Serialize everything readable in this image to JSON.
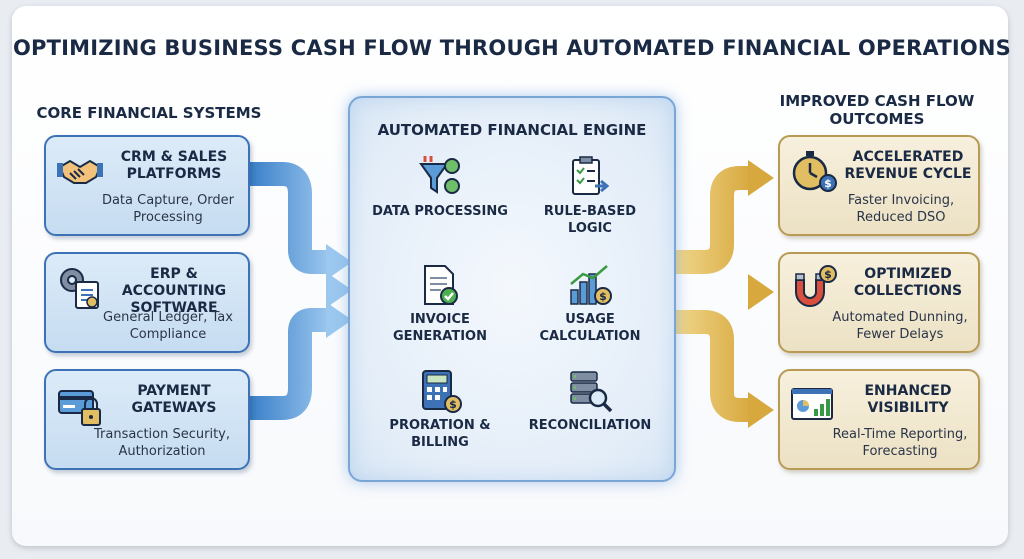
{
  "title": "OPTIMIZING BUSINESS CASH FLOW THROUGH AUTOMATED FINANCIAL OPERATIONS",
  "left_column": {
    "heading": "CORE FINANCIAL SYSTEMS",
    "boxes": [
      {
        "title": "CRM & SALES PLATFORMS",
        "desc": "Data Capture, Order Processing",
        "icon": "handshake-icon"
      },
      {
        "title": "ERP & ACCOUNTING SOFTWARE",
        "desc": "General Ledger, Tax Compliance",
        "icon": "gear-document-icon"
      },
      {
        "title": "PAYMENT GATEWAYS",
        "desc": "Transaction Security, Authorization",
        "icon": "card-lock-icon"
      }
    ]
  },
  "engine": {
    "heading": "AUTOMATED FINANCIAL ENGINE",
    "items": [
      {
        "label": "DATA PROCESSING",
        "icon": "funnel-gears-icon"
      },
      {
        "label": "RULE-BASED LOGIC",
        "icon": "checklist-arrow-icon"
      },
      {
        "label": "INVOICE GENERATION",
        "icon": "invoice-check-icon"
      },
      {
        "label": "USAGE CALCULATION",
        "icon": "bar-chart-coin-icon"
      },
      {
        "label": "PRORATION & BILLING",
        "icon": "calculator-coin-icon"
      },
      {
        "label": "RECONCILIATION",
        "icon": "server-magnifier-icon"
      }
    ]
  },
  "right_column": {
    "heading": "IMPROVED CASH FLOW OUTCOMES",
    "boxes": [
      {
        "title": "ACCELERATED REVENUE CYCLE",
        "desc": "Faster Invoicing, Reduced DSO",
        "icon": "stopwatch-coin-icon"
      },
      {
        "title": "OPTIMIZED COLLECTIONS",
        "desc": "Automated Dunning, Fewer Delays",
        "icon": "magnet-coin-icon"
      },
      {
        "title": "ENHANCED VISIBILITY",
        "desc": "Real-Time Reporting, Forecasting",
        "icon": "dashboard-chart-icon"
      }
    ]
  },
  "colors": {
    "blue_border": "#3d73b6",
    "blue_arrow": "#5b9bd8",
    "gold_border": "#b89a55",
    "gold_arrow": "#e2be63",
    "text": "#1a2a44"
  }
}
